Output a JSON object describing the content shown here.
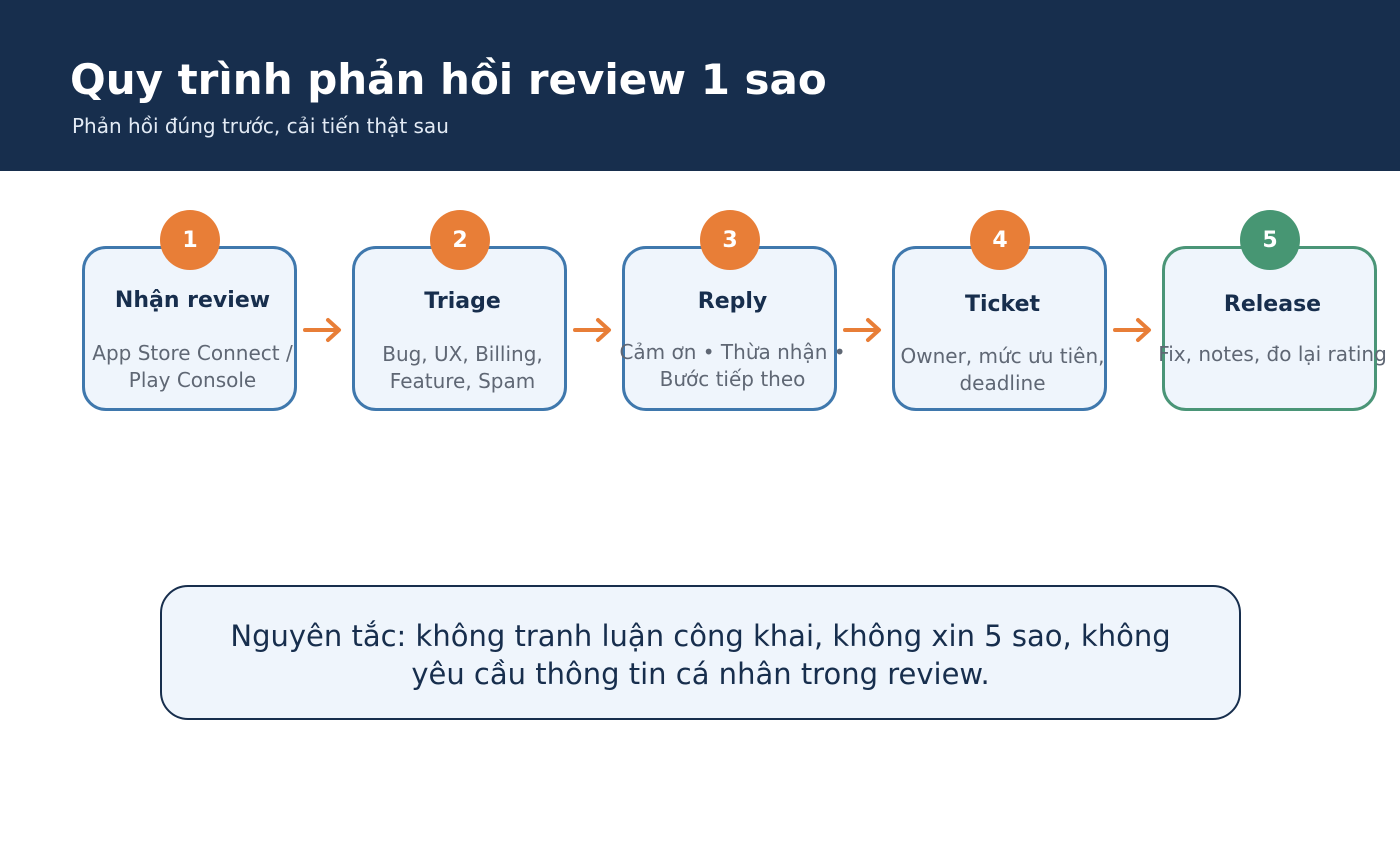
{
  "header": {
    "title": "Quy trình phản hồi review 1 sao",
    "subtitle": "Phản hồi đúng trước, cải tiến thật sau"
  },
  "steps": [
    {
      "number": "1",
      "title": "Nhận review",
      "description": "App Store Connect / Play Console"
    },
    {
      "number": "2",
      "title": "Triage",
      "description": "Bug, UX, Billing, Feature, Spam"
    },
    {
      "number": "3",
      "title": "Reply",
      "description": "Cảm ơn • Thừa nhận • Bước tiếp theo"
    },
    {
      "number": "4",
      "title": "Ticket",
      "description": "Owner, mức ưu tiên, deadline"
    },
    {
      "number": "5",
      "title": "Release",
      "description": "Fix, notes, đo lại rating"
    }
  ],
  "note": {
    "text": "Nguyên tắc: không tranh luận công khai, không xin 5 sao, không yêu cầu thông tin cá nhân trong review."
  },
  "colors": {
    "header_background": "#172e4d",
    "step_border": "#3f78ad",
    "final_step_border": "#4a9577",
    "badge": "#e87e37",
    "final_badge": "#479673",
    "arrow": "#e87e37",
    "card_background": "#eff5fc"
  }
}
